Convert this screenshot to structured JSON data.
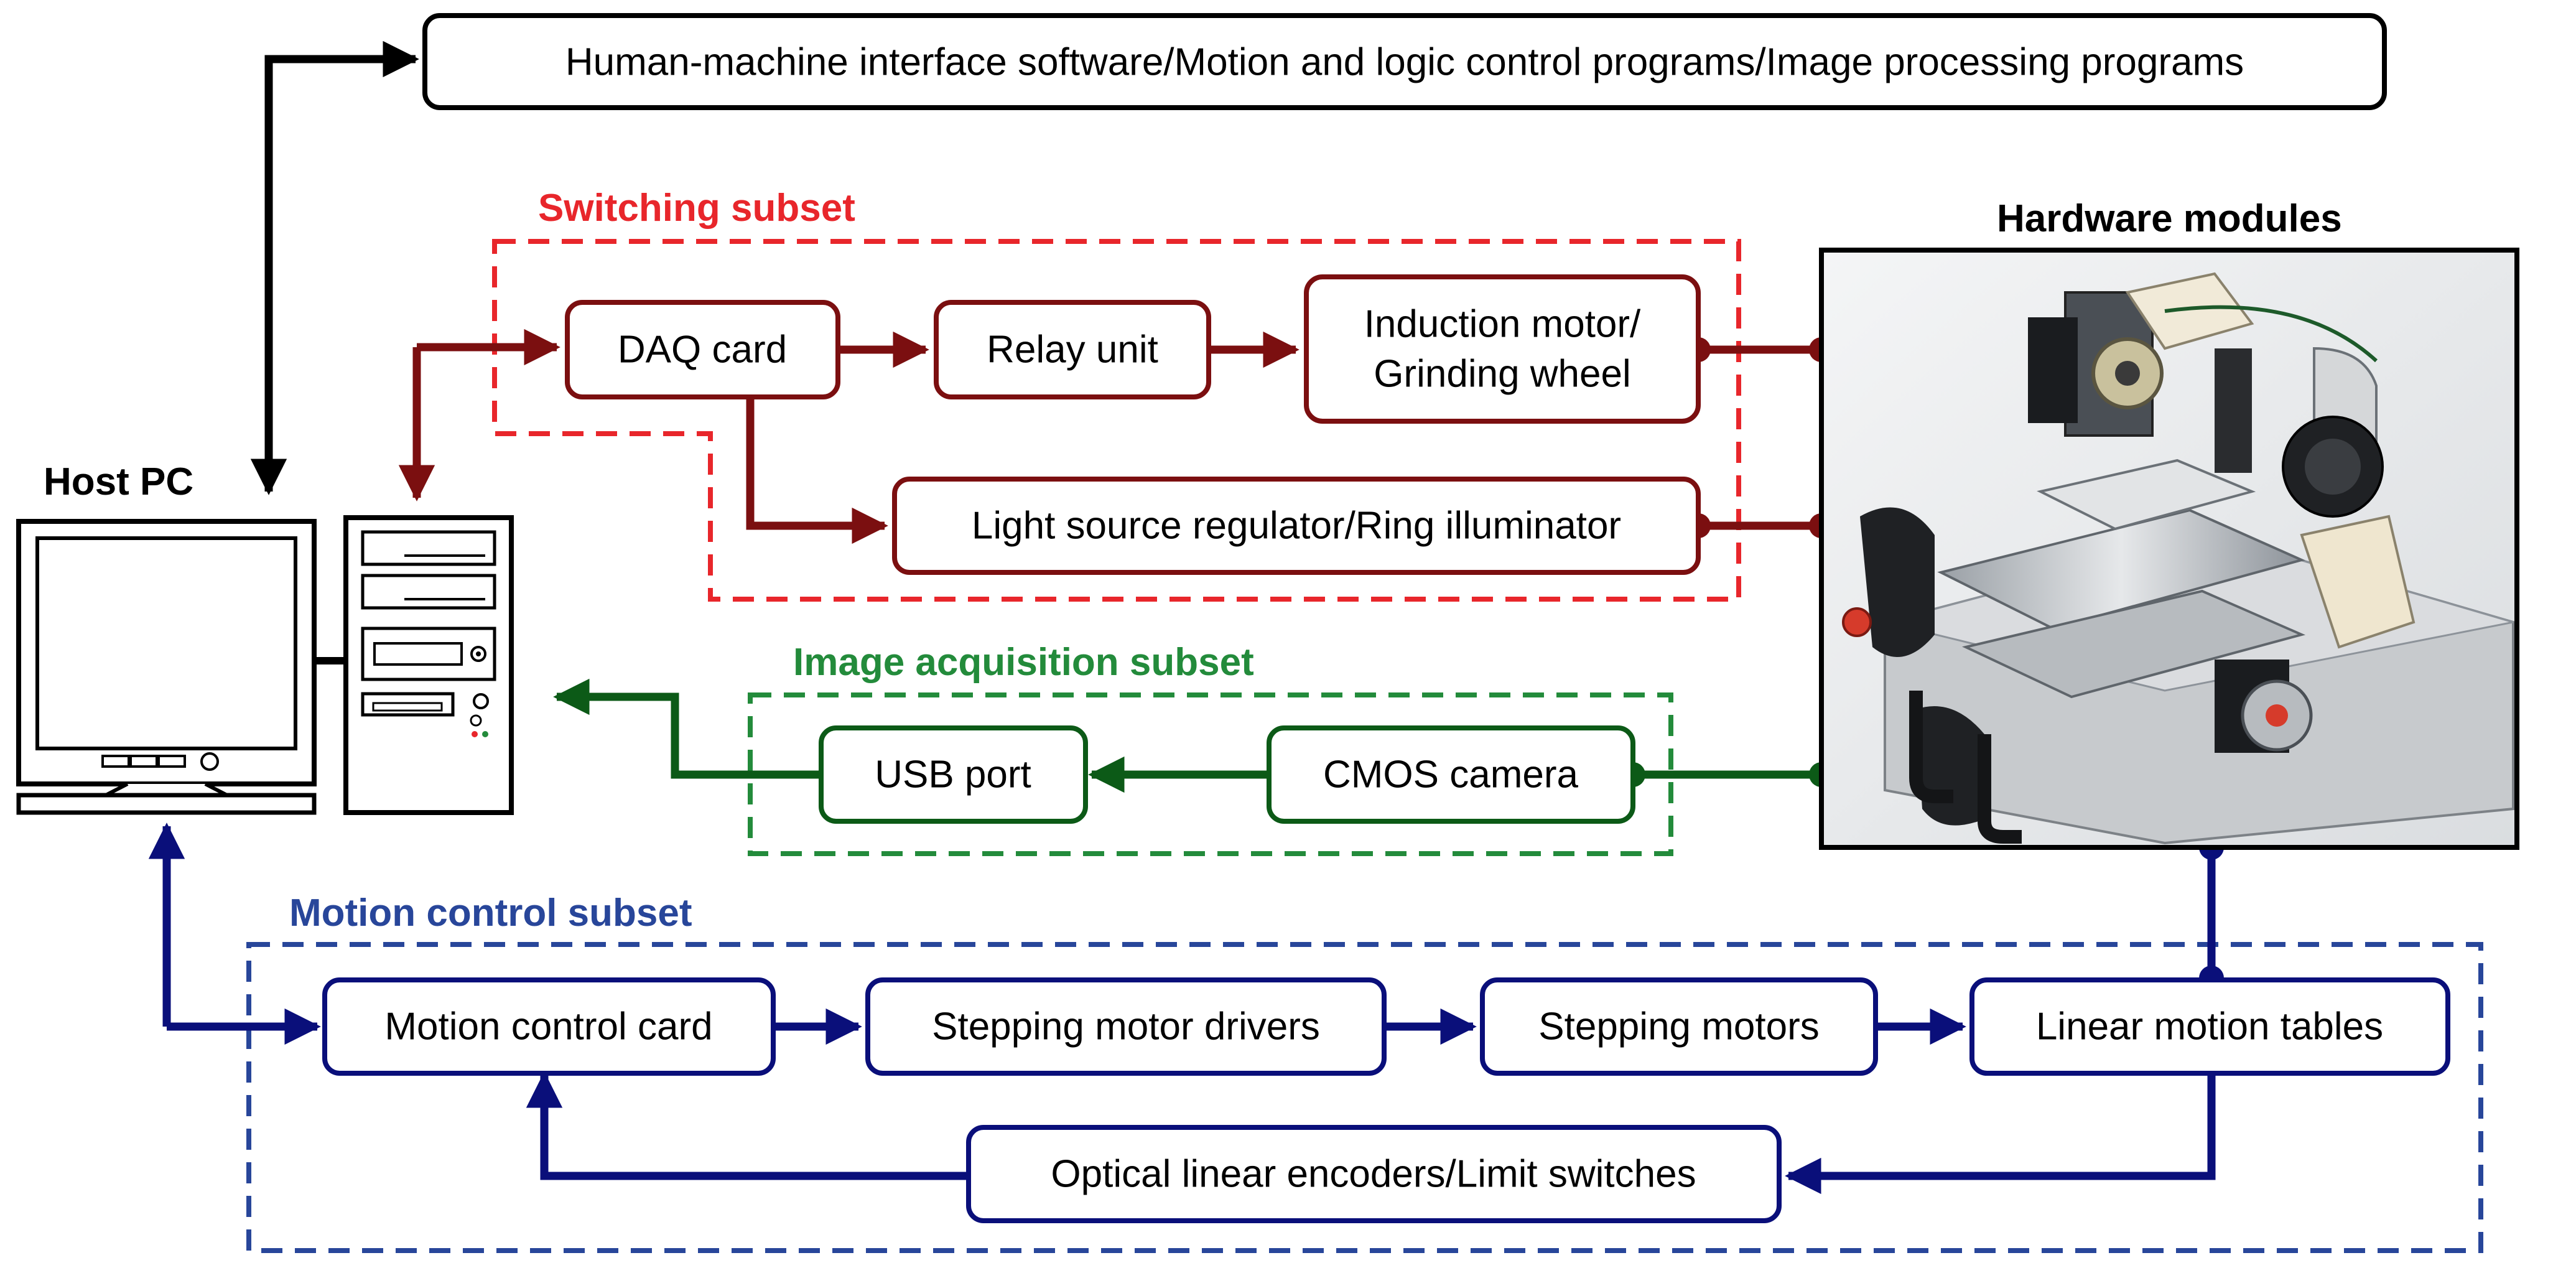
{
  "colors": {
    "black": "#000000",
    "switching": "#7b0f10",
    "switching_frame": "#e8262b",
    "image": "#0c5a17",
    "image_frame": "#238b3b",
    "motion": "#0a0f7a",
    "motion_frame": "#28469a",
    "machine_base": "#c7cacd"
  },
  "headings": {
    "host_pc": "Host PC",
    "hardware_modules": "Hardware modules",
    "switching_subset": "Switching subset",
    "image_subset": "Image acquisition subset",
    "motion_subset": "Motion control subset"
  },
  "boxes": {
    "software": "Human-machine interface software/Motion and logic control programs/Image processing programs",
    "daq_card": "DAQ card",
    "relay_unit": "Relay unit",
    "induction_motor_line1": "Induction motor/",
    "induction_motor_line2": "Grinding wheel",
    "light_source": "Light source regulator/Ring illuminator",
    "usb_port": "USB port",
    "cmos_camera": "CMOS camera",
    "motion_control_card": "Motion control card",
    "stepping_motor_drivers": "Stepping motor drivers",
    "stepping_motors": "Stepping motors",
    "linear_motion_tables": "Linear motion tables",
    "encoders": "Optical linear encoders/Limit switches"
  },
  "icons": {
    "monitor": "monitor-icon",
    "tower": "computer-tower-icon",
    "photo": "machine-photo"
  }
}
